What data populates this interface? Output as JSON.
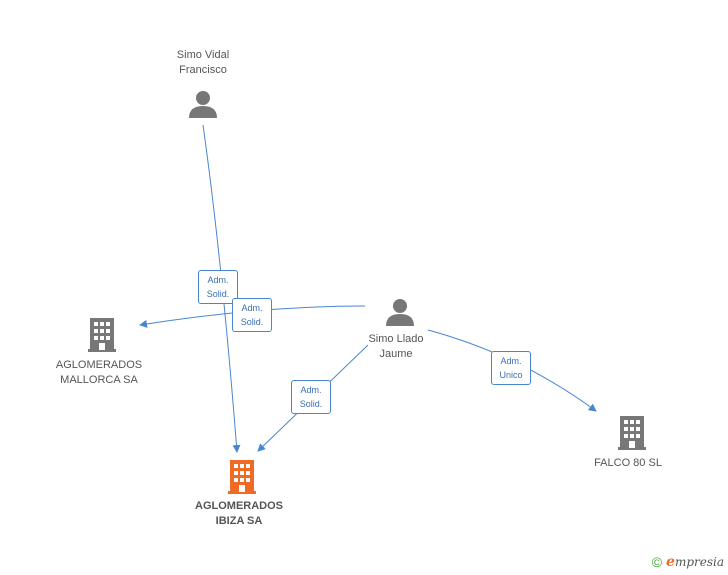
{
  "nodes": {
    "simo_vidal": {
      "line1": "Simo Vidal",
      "line2": "Francisco"
    },
    "simo_llado": {
      "line1": "Simo Llado",
      "line2": "Jaume"
    },
    "aglomerados_mallorca": {
      "line1": "AGLOMERADOS",
      "line2": "MALLORCA SA"
    },
    "aglomerados_ibiza": {
      "line1": "AGLOMERADOS",
      "line2": "IBIZA SA"
    },
    "falco": {
      "line1": "FALCO 80  SL"
    }
  },
  "edges": {
    "e1": {
      "line1": "Adm.",
      "line2": "Solid."
    },
    "e2": {
      "line1": "Adm.",
      "line2": "Solid."
    },
    "e3": {
      "line1": "Adm.",
      "line2": "Solid."
    },
    "e4": {
      "line1": "Adm.",
      "line2": "Unico"
    }
  },
  "colors": {
    "edge": "#4a86d0",
    "person": "#777777",
    "company": "#777777",
    "company_main": "#f06a26"
  },
  "brand": {
    "symbol": "©",
    "e": "e",
    "rest": "mpresia"
  }
}
